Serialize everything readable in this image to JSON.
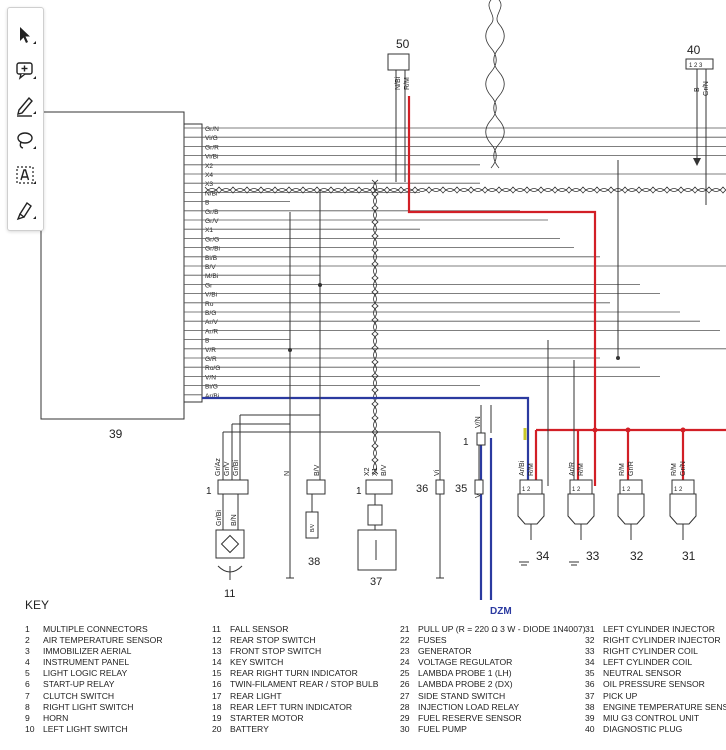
{
  "toolbar": {
    "tools": [
      {
        "icon": "select-arrow-icon"
      },
      {
        "icon": "add-comment-icon"
      },
      {
        "icon": "pen-icon"
      },
      {
        "icon": "lasso-icon"
      },
      {
        "icon": "text-select-icon"
      },
      {
        "icon": "highlighter-icon"
      }
    ]
  },
  "colors": {
    "positive_wire": "#d21f26",
    "signal_wire": "#2b3aa0",
    "ink": "#333333"
  },
  "diagram": {
    "ecu_label": "39",
    "ecu_pins": [
      "Gr/N",
      "Vi/G",
      "Gr/R",
      "Vi/Bi",
      "X2",
      "X4",
      "X3",
      "N/Bi",
      "B",
      "Gr/B",
      "Gr/V",
      "X1",
      "Gr/G",
      "Gr/Bi",
      "Bi/B",
      "B/V",
      "M/Bi",
      "Gr",
      "V/Bi",
      "Ro",
      "B/G",
      "Ar/V",
      "Ar/R",
      "B",
      "V/R",
      "G/R",
      "Ro/G",
      "V/N",
      "Bi/G",
      "Ar/Bi"
    ],
    "top_connectors": [
      {
        "id": "50",
        "pins": [
          "N/Bi",
          "R/M"
        ]
      },
      {
        "id": "40",
        "pins": [
          "B",
          "Gr/N"
        ],
        "terminals": "1 2 3"
      }
    ],
    "bottom_components": [
      {
        "id": "11",
        "pin_num": "1",
        "pins": [
          "Gr/Az",
          "Gr/V",
          "Gr/Bi"
        ],
        "lower_pins": [
          "Gr/Bi",
          "B/N"
        ]
      },
      {
        "id": "38",
        "pins": [
          "N",
          "B/V"
        ],
        "block": "B/V"
      },
      {
        "id": "37",
        "pin_num": "1",
        "pins": [
          "X2",
          "X1",
          "B/V"
        ]
      },
      {
        "id": "36",
        "pins": [
          "Vi"
        ]
      },
      {
        "id": "35",
        "pins": [
          "V/N"
        ]
      },
      {
        "id": "34",
        "pins": [
          "Ar/Bi",
          "R/M"
        ]
      },
      {
        "id": "33",
        "pins": [
          "Ar/R",
          "R/M"
        ]
      },
      {
        "id": "32",
        "pins": [
          "R/M",
          "Gr/R"
        ]
      },
      {
        "id": "31",
        "pins": [
          "R/M",
          "Gr/N"
        ]
      }
    ],
    "fuse_label": "1",
    "fuse_pins": [
      "V/N",
      "V/N"
    ],
    "dzm_label": "DZM"
  },
  "key": {
    "title": "KEY",
    "columns": [
      [
        {
          "n": "1",
          "t": "MULTIPLE CONNECTORS"
        },
        {
          "n": "2",
          "t": "AIR TEMPERATURE SENSOR"
        },
        {
          "n": "3",
          "t": "IMMOBILIZER AERIAL"
        },
        {
          "n": "4",
          "t": "INSTRUMENT PANEL"
        },
        {
          "n": "5",
          "t": "LIGHT LOGIC RELAY"
        },
        {
          "n": "6",
          "t": "START-UP RELAY"
        },
        {
          "n": "7",
          "t": "CLUTCH SWITCH"
        },
        {
          "n": "8",
          "t": "RIGHT LIGHT SWITCH"
        },
        {
          "n": "9",
          "t": "HORN"
        },
        {
          "n": "10",
          "t": "LEFT LIGHT SWITCH"
        }
      ],
      [
        {
          "n": "11",
          "t": "FALL SENSOR"
        },
        {
          "n": "12",
          "t": "REAR STOP SWITCH"
        },
        {
          "n": "13",
          "t": "FRONT STOP SWITCH"
        },
        {
          "n": "14",
          "t": "KEY SWITCH"
        },
        {
          "n": "15",
          "t": "REAR RIGHT TURN INDICATOR"
        },
        {
          "n": "16",
          "t": "TWIN-FILAMENT REAR / STOP BULB"
        },
        {
          "n": "17",
          "t": "REAR LIGHT"
        },
        {
          "n": "18",
          "t": "REAR LEFT TURN INDICATOR"
        },
        {
          "n": "19",
          "t": "STARTER MOTOR"
        },
        {
          "n": "20",
          "t": "BATTERY"
        }
      ],
      [
        {
          "n": "21",
          "t": "PULL UP (R = 220 Ω 3 W - DIODE 1N4007)"
        },
        {
          "n": "22",
          "t": "FUSES"
        },
        {
          "n": "23",
          "t": "GENERATOR"
        },
        {
          "n": "24",
          "t": "VOLTAGE REGULATOR"
        },
        {
          "n": "25",
          "t": "LAMBDA PROBE 1 (LH)"
        },
        {
          "n": "26",
          "t": "LAMBDA PROBE 2 (DX)"
        },
        {
          "n": "27",
          "t": "SIDE STAND SWITCH"
        },
        {
          "n": "28",
          "t": "INJECTION LOAD RELAY"
        },
        {
          "n": "29",
          "t": "FUEL RESERVE SENSOR"
        },
        {
          "n": "30",
          "t": "FUEL PUMP"
        }
      ],
      [
        {
          "n": "31",
          "t": "LEFT CYLINDER INJECTOR"
        },
        {
          "n": "32",
          "t": "RIGHT CYLINDER INJECTOR"
        },
        {
          "n": "33",
          "t": "RIGHT CYLINDER COIL"
        },
        {
          "n": "34",
          "t": "LEFT CYLINDER COIL"
        },
        {
          "n": "35",
          "t": "NEUTRAL SENSOR"
        },
        {
          "n": "36",
          "t": "OIL PRESSURE SENSOR"
        },
        {
          "n": "37",
          "t": "PICK UP"
        },
        {
          "n": "38",
          "t": "ENGINE TEMPERATURE SENSOR"
        },
        {
          "n": "39",
          "t": "MIU G3 CONTROL UNIT"
        },
        {
          "n": "40",
          "t": "DIAGNOSTIC PLUG"
        }
      ]
    ]
  }
}
